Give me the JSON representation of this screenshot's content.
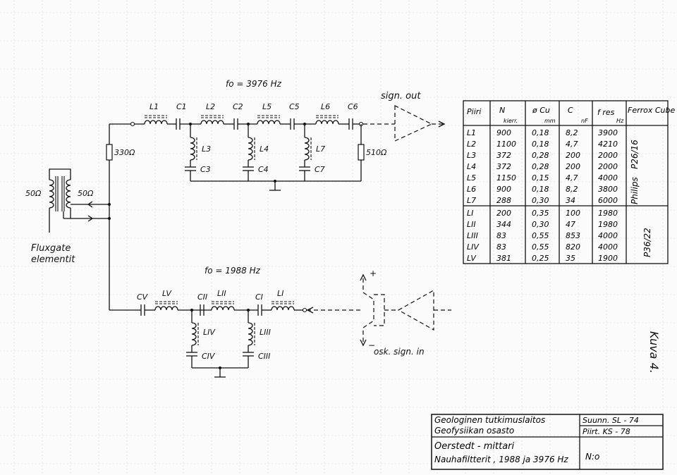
{
  "schematic": {
    "f0_upper": "fo = 3976 Hz",
    "f0_lower": "fo = 1988 Hz",
    "signal_out": "sign. out",
    "signal_in": "osk. sign. in",
    "fluxgate": [
      "Fluxgate",
      "elementit"
    ],
    "resistors": {
      "r330": "330Ω",
      "r50a": "50Ω",
      "r50b": "50Ω",
      "r510": "510Ω"
    },
    "upper_labels": [
      "L1",
      "C1",
      "L2",
      "C2",
      "L5",
      "C5",
      "L6",
      "C6",
      "L3",
      "C3",
      "L4",
      "C4",
      "L7",
      "C7"
    ],
    "lower_labels": [
      "CV",
      "LV",
      "CII",
      "LII",
      "CI",
      "LI",
      "LIV",
      "CIV",
      "LIII",
      "CIII"
    ],
    "supply_plus": "+",
    "supply_minus": "−",
    "side_label": "Kuva 4."
  },
  "table": {
    "headers": [
      "Piiri",
      "N",
      "kierr.",
      "ø Cu",
      "mm",
      "C",
      "nF",
      "f res",
      "Hz",
      "Ferrox Cube"
    ],
    "group1_label": "P26/16",
    "group2_label": "P36/22",
    "group3_label": "Philips",
    "rows": [
      {
        "piiri": "L1",
        "n": "900",
        "cu": "0,18",
        "c": "8,2",
        "f": "3900"
      },
      {
        "piiri": "L2",
        "n": "1100",
        "cu": "0,18",
        "c": "4,7",
        "f": "4210"
      },
      {
        "piiri": "L3",
        "n": "372",
        "cu": "0,28",
        "c": "200",
        "f": "2000"
      },
      {
        "piiri": "L4",
        "n": "372",
        "cu": "0,28",
        "c": "200",
        "f": "2000"
      },
      {
        "piiri": "L5",
        "n": "1150",
        "cu": "0,15",
        "c": "4,7",
        "f": "4000"
      },
      {
        "piiri": "L6",
        "n": "900",
        "cu": "0,18",
        "c": "8,2",
        "f": "3800"
      },
      {
        "piiri": "L7",
        "n": "288",
        "cu": "0,30",
        "c": "34",
        "f": "6000"
      },
      {
        "piiri": "LI",
        "n": "200",
        "cu": "0,35",
        "c": "100",
        "f": "1980"
      },
      {
        "piiri": "LII",
        "n": "344",
        "cu": "0,30",
        "c": "47",
        "f": "1980"
      },
      {
        "piiri": "LIII",
        "n": "83",
        "cu": "0,55",
        "c": "853",
        "f": "4000"
      },
      {
        "piiri": "LIV",
        "n": "83",
        "cu": "0,55",
        "c": "820",
        "f": "4000"
      },
      {
        "piiri": "LV",
        "n": "381",
        "cu": "0,25",
        "c": "35",
        "f": "1900"
      }
    ]
  },
  "title_block": {
    "org": "Geologinen tutkimuslaitos",
    "dept": "Geofysiikan osasto",
    "title1": "Oerstedt - mittari",
    "title2": "Nauhafiltterit , 1988 ja 3976 Hz",
    "designed": "Suunn. SL - 74",
    "drawn": "Piirt. KS - 78",
    "number": "N:o"
  }
}
